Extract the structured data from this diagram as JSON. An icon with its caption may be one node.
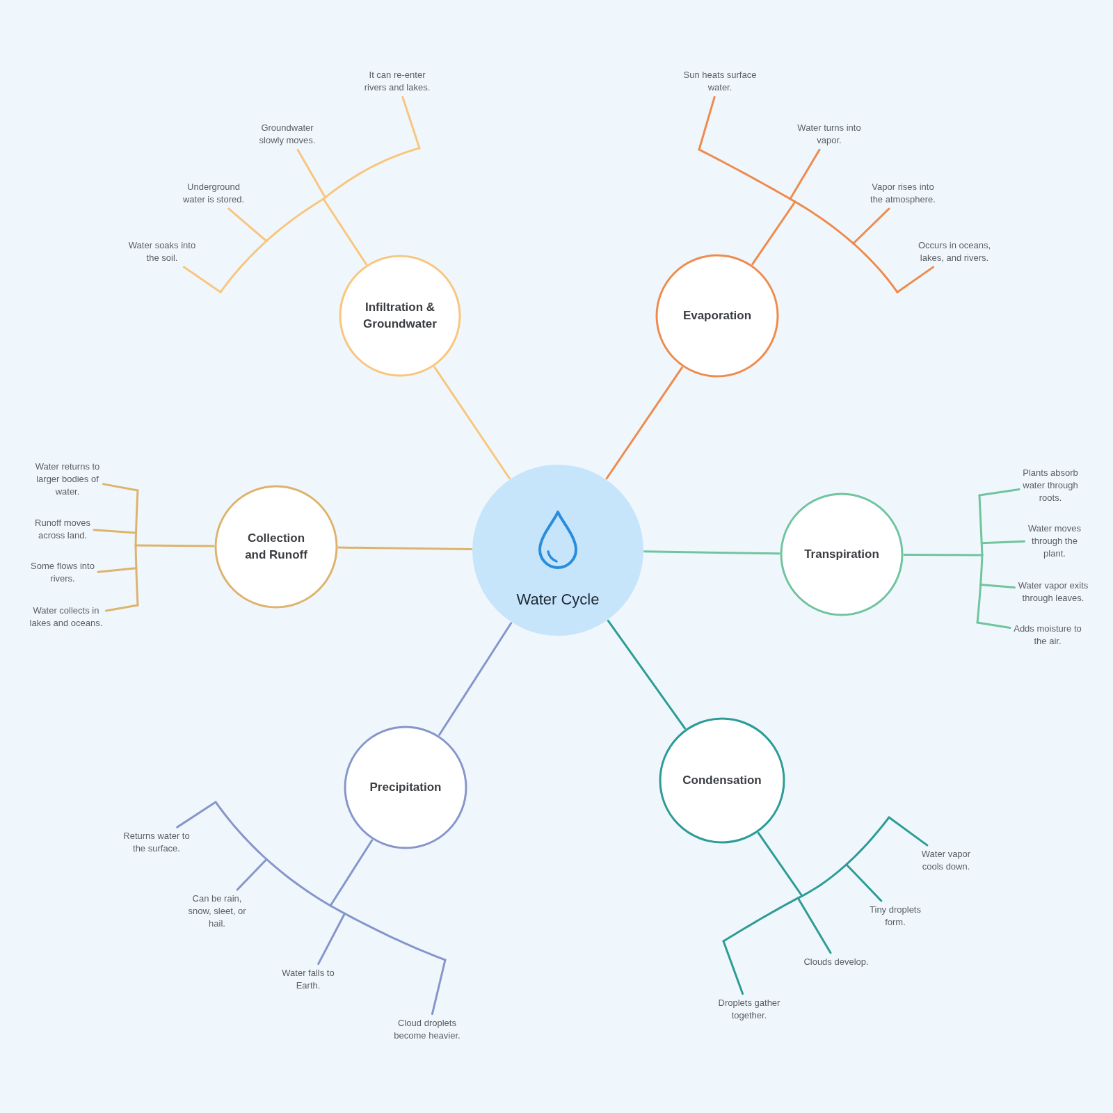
{
  "diagram": {
    "nodes": [
      {
        "text": [
          "Water Cycle"
        ]
      },
      {
        "text": [
          "Infiltration & Groundwater"
        ]
      },
      {
        "text": [
          "It can re-enter rivers and lakes."
        ]
      },
      {
        "text": [
          "Groundwater slowly moves."
        ]
      },
      {
        "text": [
          "Underground water is stored."
        ]
      },
      {
        "text": [
          "Water soaks into the soil."
        ]
      },
      {
        "text": [
          "Evaporation"
        ]
      },
      {
        "text": [
          "Sun heats surface water."
        ]
      },
      {
        "text": [
          "Water turns into vapor."
        ]
      },
      {
        "text": [
          "Vapor rises into the atmosphere."
        ]
      },
      {
        "text": [
          "Occurs in oceans, lakes, and rivers."
        ]
      },
      {
        "text": [
          "Collection and Runoff"
        ]
      },
      {
        "text": [
          "Water returns to larger bodies of water."
        ]
      },
      {
        "text": [
          "Runoff moves across land."
        ]
      },
      {
        "text": [
          "Some flows into rivers."
        ]
      },
      {
        "text": [
          "Water collects in lakes and oceans."
        ]
      },
      {
        "text": [
          "Transpiration"
        ]
      },
      {
        "text": [
          "Plants absorb water through roots."
        ]
      },
      {
        "text": [
          "Water moves through the plant."
        ]
      },
      {
        "text": [
          "Water vapor exits through leaves."
        ]
      },
      {
        "text": [
          "Adds moisture to the air."
        ]
      },
      {
        "text": [
          "Precipitation"
        ]
      },
      {
        "text": [
          "Returns water to the surface."
        ]
      },
      {
        "text": [
          "Can be rain, snow, sleet, or hail."
        ]
      },
      {
        "text": [
          "Water falls to Earth."
        ]
      },
      {
        "text": [
          "Cloud droplets become heavier."
        ]
      },
      {
        "text": [
          "Condensation"
        ]
      },
      {
        "text": [
          "Water vapor cools down."
        ]
      },
      {
        "text": [
          "Tiny droplets form."
        ]
      },
      {
        "text": [
          "Clouds develop."
        ]
      },
      {
        "text": [
          "Droplets gather together."
        ]
      }
    ],
    "edges": [
      {
        "from": 0,
        "to": 1,
        "arrow": "none",
        "color": "#f8c67e"
      },
      {
        "from": 1,
        "to": 2,
        "arrow": "none",
        "color": "#f8c67e"
      },
      {
        "from": 1,
        "to": 3,
        "arrow": "none",
        "color": "#f8c67e"
      },
      {
        "from": 1,
        "to": 4,
        "arrow": "none",
        "color": "#f8c67e"
      },
      {
        "from": 1,
        "to": 5,
        "arrow": "none",
        "color": "#f8c67e"
      },
      {
        "from": 0,
        "to": 6,
        "arrow": "none",
        "color": "#ee8b4d"
      },
      {
        "from": 6,
        "to": 7,
        "arrow": "none",
        "color": "#ee8b4d"
      },
      {
        "from": 6,
        "to": 8,
        "arrow": "none",
        "color": "#ee8b4d"
      },
      {
        "from": 6,
        "to": 9,
        "arrow": "none",
        "color": "#ee8b4d"
      },
      {
        "from": 6,
        "to": 10,
        "arrow": "none",
        "color": "#ee8b4d"
      },
      {
        "from": 0,
        "to": 11,
        "arrow": "none",
        "color": "#ddb36d"
      },
      {
        "from": 11,
        "to": 12,
        "arrow": "none",
        "color": "#ddb36d"
      },
      {
        "from": 11,
        "to": 13,
        "arrow": "none",
        "color": "#ddb36d"
      },
      {
        "from": 11,
        "to": 14,
        "arrow": "none",
        "color": "#ddb36d"
      },
      {
        "from": 11,
        "to": 15,
        "arrow": "none",
        "color": "#ddb36d"
      },
      {
        "from": 0,
        "to": 16,
        "arrow": "none",
        "color": "#70c49e"
      },
      {
        "from": 16,
        "to": 17,
        "arrow": "none",
        "color": "#70c49e"
      },
      {
        "from": 16,
        "to": 18,
        "arrow": "none",
        "color": "#70c49e"
      },
      {
        "from": 16,
        "to": 19,
        "arrow": "none",
        "color": "#70c49e"
      },
      {
        "from": 16,
        "to": 20,
        "arrow": "none",
        "color": "#70c49e"
      },
      {
        "from": 0,
        "to": 21,
        "arrow": "none",
        "color": "#8696cb"
      },
      {
        "from": 21,
        "to": 22,
        "arrow": "none",
        "color": "#8696cb"
      },
      {
        "from": 21,
        "to": 23,
        "arrow": "none",
        "color": "#8696cb"
      },
      {
        "from": 21,
        "to": 24,
        "arrow": "none",
        "color": "#8696cb"
      },
      {
        "from": 21,
        "to": 25,
        "arrow": "none",
        "color": "#8696cb"
      },
      {
        "from": 0,
        "to": 26,
        "arrow": "none",
        "color": "#2d9c96"
      },
      {
        "from": 26,
        "to": 27,
        "arrow": "none",
        "color": "#2d9c96"
      },
      {
        "from": 26,
        "to": 28,
        "arrow": "none",
        "color": "#2d9c96"
      },
      {
        "from": 26,
        "to": 29,
        "arrow": "none",
        "color": "#2d9c96"
      },
      {
        "from": 26,
        "to": 30,
        "arrow": "none",
        "color": "#2d9c96"
      }
    ]
  }
}
